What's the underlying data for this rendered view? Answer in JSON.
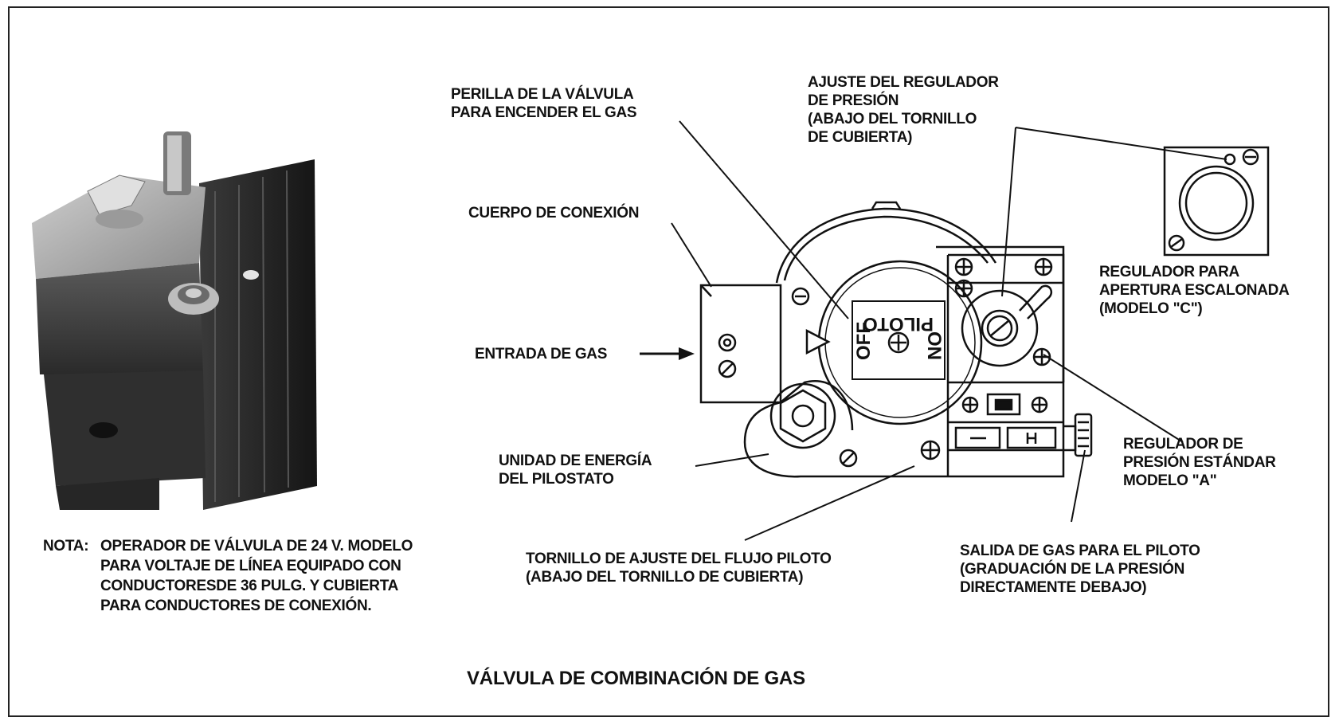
{
  "title": "VÁLVULA DE COMBINACIÓN DE GAS",
  "note": {
    "prefix": "NOTA:",
    "lines": [
      "OPERADOR DE VÁLVULA DE 24 V. MODELO",
      "PARA VOLTAJE DE LÍNEA EQUIPADO CON",
      "CONDUCTORESDE 36 PULG. Y CUBIERTA",
      "PARA CONDUCTORES DE CONEXIÓN."
    ]
  },
  "labels": {
    "perilla": [
      "PERILLA DE LA VÁLVULA",
      "PARA ENCENDER EL GAS"
    ],
    "ajuste_regulador": [
      "AJUSTE DEL REGULADOR",
      "DE PRESIÓN",
      "(ABAJO DEL TORNILLO",
      "DE CUBIERTA)"
    ],
    "cuerpo": [
      "CUERPO DE CONEXIÓN"
    ],
    "entrada": [
      "ENTRADA DE GAS"
    ],
    "regulador_escalonada": [
      "REGULADOR PARA",
      "APERTURA ESCALONADA",
      "(MODELO \"C\")"
    ],
    "unidad_energia": [
      "UNIDAD DE ENERGÍA",
      "DEL PILOSTATO"
    ],
    "regulador_estandar": [
      "REGULADOR DE",
      "PRESIÓN ESTÁNDAR",
      "MODELO \"A\""
    ],
    "tornillo_flujo": [
      "TORNILLO DE AJUSTE DEL FLUJO PILOTO",
      "(ABAJO DEL TORNILLO DE CUBIERTA)"
    ],
    "salida_piloto": [
      "SALIDA DE GAS PARA EL PILOTO",
      "(GRADUACIÓN DE LA PRESIÓN",
      "DIRECTAMENTE DEBAJO)"
    ]
  },
  "knob_markings": {
    "piloto": "PILOTO",
    "off": "OFF",
    "on": "ON"
  }
}
